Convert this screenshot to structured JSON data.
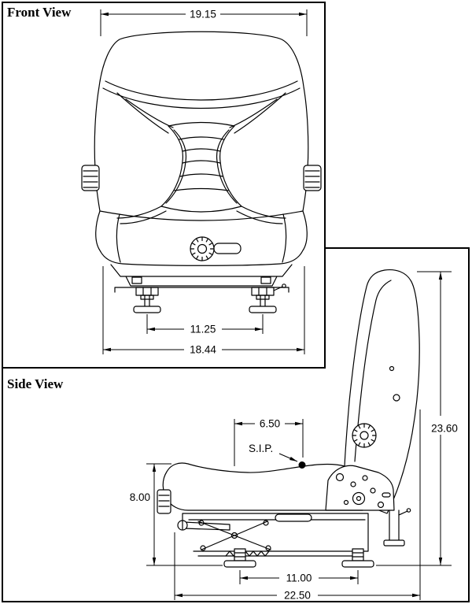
{
  "front_view": {
    "title": "Front View",
    "dims": {
      "backrest_width": "19.15",
      "mount_spacing": "11.25",
      "overall_width": "18.44"
    }
  },
  "side_view": {
    "title": "Side View",
    "dims": {
      "sip_setback": "6.50",
      "sip_label": "S.I.P.",
      "overall_height": "23.60",
      "seat_height": "8.00",
      "mount_spacing": "11.00",
      "overall_depth": "22.50"
    }
  },
  "colors": {
    "line": "#000000",
    "background": "#ffffff"
  }
}
